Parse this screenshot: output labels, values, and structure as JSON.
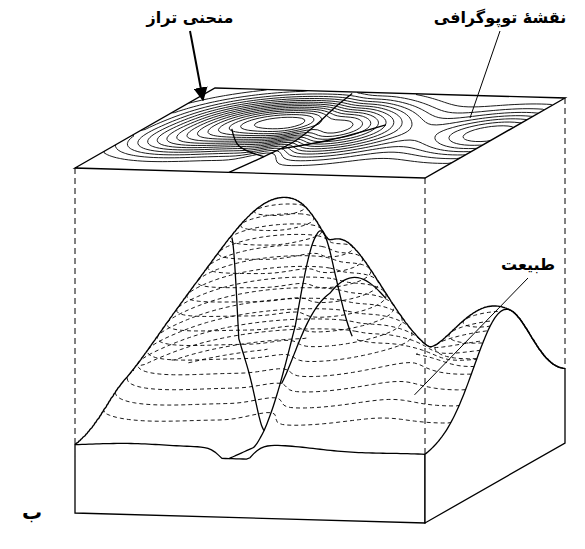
{
  "diagram": {
    "labels": [
      "منحنی تراز",
      "نقشهٔ توپوگرافی",
      "طبیعت",
      "ب"
    ]
  }
}
